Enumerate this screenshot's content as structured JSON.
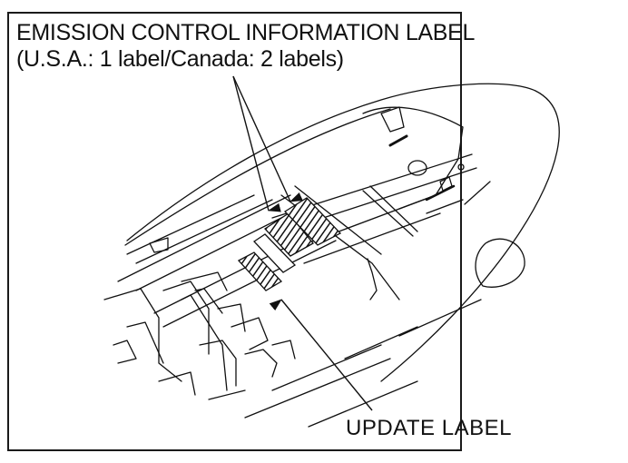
{
  "diagram": {
    "title_line1": "EMISSION CONTROL INFORMATION LABEL",
    "title_line2": "(U.S.A.: 1 label/Canada: 2 labels)",
    "callout_bottom": "UPDATE LABEL",
    "subject": "motorcycle seat underside / rear frame storage area",
    "labels": [
      {
        "name": "emission-control-information-label",
        "count_usa": 1,
        "count_canada": 2,
        "style": "hatched"
      },
      {
        "name": "update-label",
        "style": "hatched"
      }
    ],
    "colors": {
      "line": "#111111",
      "background": "#ffffff"
    }
  }
}
